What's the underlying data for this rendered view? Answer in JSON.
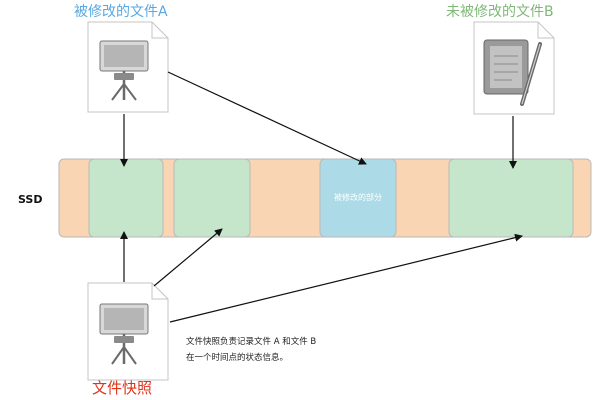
{
  "diagram": {
    "file_a_title": "被修改的文件A",
    "file_b_title": "未被修改的文件B",
    "snapshot_title": "文件快照",
    "ssd_label": "SSD",
    "modified_block_label": "被修改的部分",
    "description_line1": "文件快照负责记录文件 A 和文件 B",
    "description_line2": "在一个时间点的状态信息。"
  },
  "colors": {
    "ssd_bar": "#f9d5b4",
    "data_block": "#c6e6cc",
    "modified_block": "#acdbe7",
    "title_a": "#5aa7df",
    "title_b": "#7fb877",
    "snapshot_title": "#e0341c",
    "arrow": "#111111"
  },
  "icons": {
    "file_a": "keynote-presentation-icon",
    "file_b": "notebook-pen-icon",
    "snapshot": "keynote-presentation-icon"
  }
}
